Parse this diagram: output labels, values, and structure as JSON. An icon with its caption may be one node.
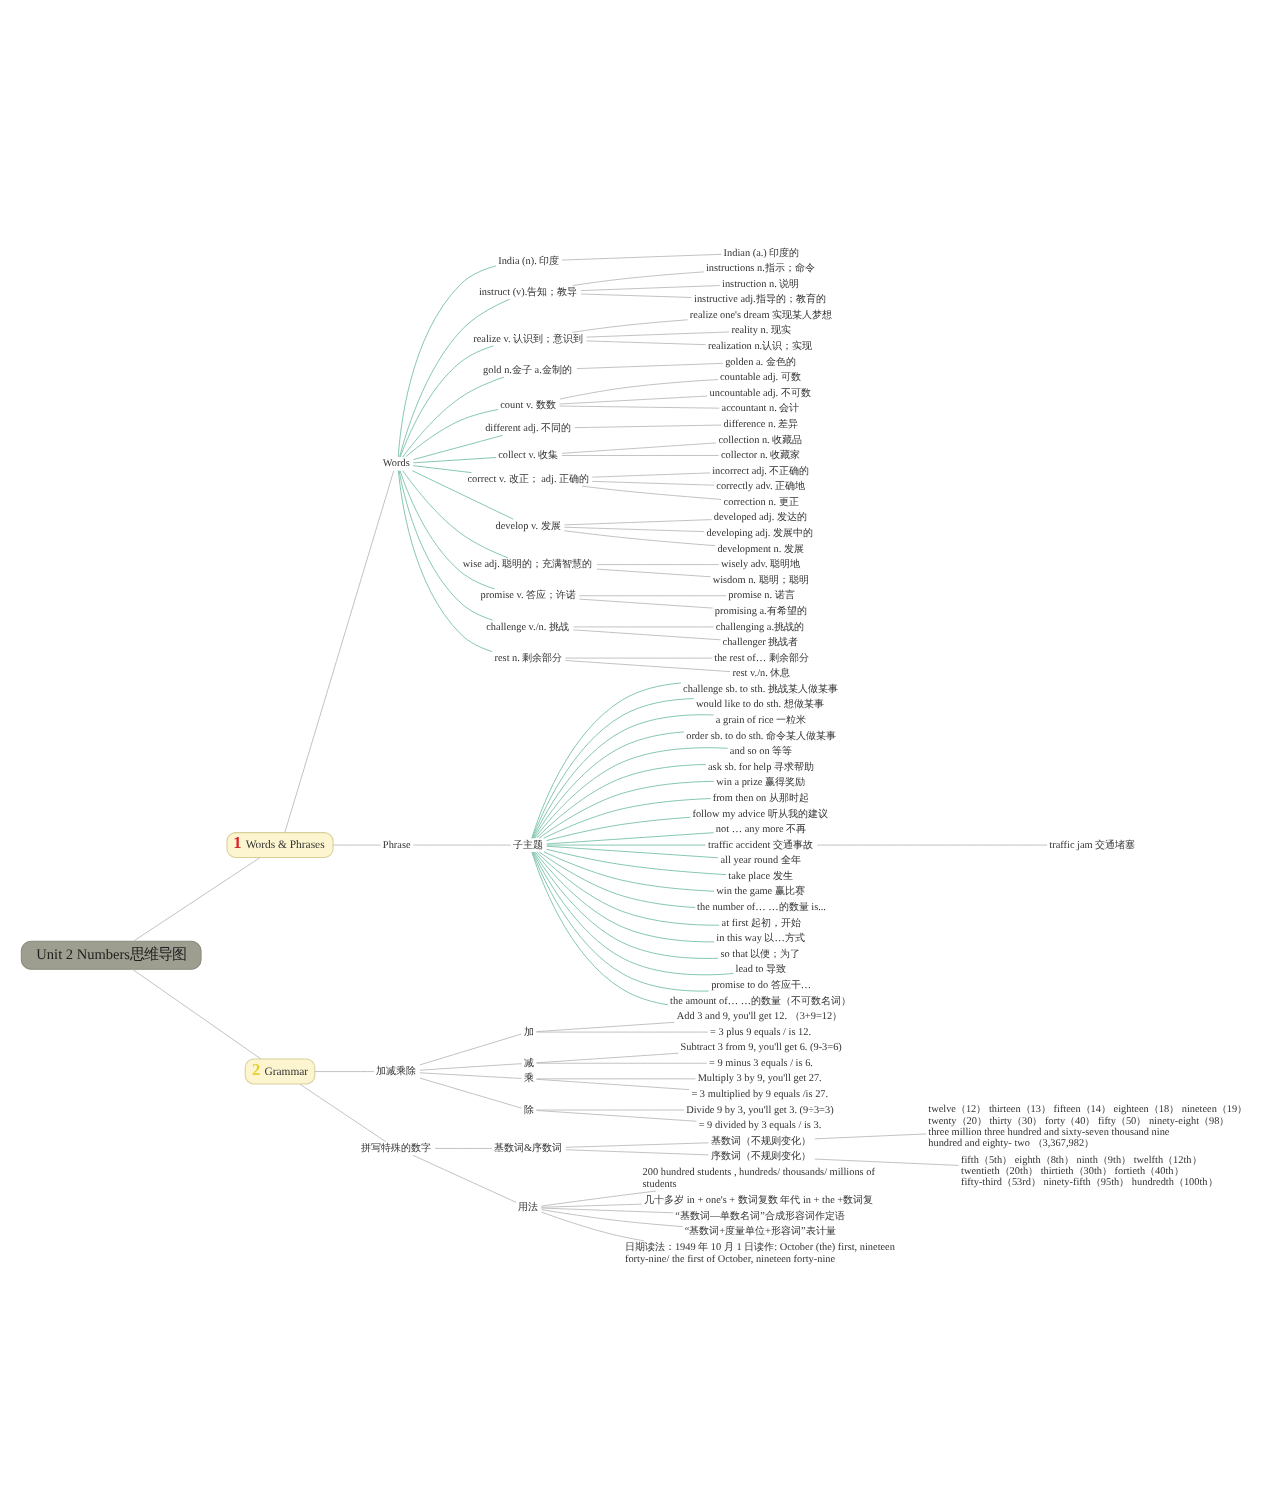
{
  "diagram": {
    "nodes": [
      {
        "text": [
          "Unit 2 Numbers思维导图"
        ]
      },
      {
        "text": [
          "1",
          "Words & Phrases"
        ]
      },
      {
        "text": [
          "Words"
        ]
      },
      {
        "text": [
          "India (n). 印度"
        ]
      },
      {
        "text": [
          "Indian (a.) 印度的"
        ]
      },
      {
        "text": [
          "instruct (v).告知；教导"
        ]
      },
      {
        "text": [
          "instructions n.指示；命令"
        ]
      },
      {
        "text": [
          "instruction n. 说明"
        ]
      },
      {
        "text": [
          "instructive adj.指导的；教育的"
        ]
      },
      {
        "text": [
          "realize v. 认识到；意识到"
        ]
      },
      {
        "text": [
          "realize one's dream 实现某人梦想"
        ]
      },
      {
        "text": [
          "reality n. 现实"
        ]
      },
      {
        "text": [
          "realization n.认识；实现"
        ]
      },
      {
        "text": [
          "gold n.金子 a.金制的"
        ]
      },
      {
        "text": [
          "golden a. 金色的"
        ]
      },
      {
        "text": [
          "count v. 数数"
        ]
      },
      {
        "text": [
          "countable adj. 可数"
        ]
      },
      {
        "text": [
          "uncountable adj. 不可数"
        ]
      },
      {
        "text": [
          "accountant n. 会计"
        ]
      },
      {
        "text": [
          "different adj. 不同的"
        ]
      },
      {
        "text": [
          "difference n. 差异"
        ]
      },
      {
        "text": [
          "collect v. 收集"
        ]
      },
      {
        "text": [
          "collection n. 收藏品"
        ]
      },
      {
        "text": [
          "collector n. 收藏家"
        ]
      },
      {
        "text": [
          "correct v. 改正； adj. 正确的"
        ]
      },
      {
        "text": [
          "incorrect adj. 不正确的"
        ]
      },
      {
        "text": [
          "correctly adv. 正确地"
        ]
      },
      {
        "text": [
          "correction n. 更正"
        ]
      },
      {
        "text": [
          "develop v. 发展"
        ]
      },
      {
        "text": [
          "developed adj. 发达的"
        ]
      },
      {
        "text": [
          "developing adj. 发展中的"
        ]
      },
      {
        "text": [
          "development n. 发展"
        ]
      },
      {
        "text": [
          "wise adj. 聪明的；充满智慧的"
        ]
      },
      {
        "text": [
          "wisely adv. 聪明地"
        ]
      },
      {
        "text": [
          "wisdom n. 聪明；聪明"
        ]
      },
      {
        "text": [
          "promise v. 答应；许诺"
        ]
      },
      {
        "text": [
          "promise n. 诺言"
        ]
      },
      {
        "text": [
          "promising a.有希望的"
        ]
      },
      {
        "text": [
          "challenge v./n. 挑战"
        ]
      },
      {
        "text": [
          "challenging a.挑战的"
        ]
      },
      {
        "text": [
          "challenger 挑战者"
        ]
      },
      {
        "text": [
          "rest n. 剩余部分"
        ]
      },
      {
        "text": [
          "the rest of… 剩余部分"
        ]
      },
      {
        "text": [
          "rest v./n. 休息"
        ]
      },
      {
        "text": [
          "Phrase"
        ]
      },
      {
        "text": [
          "子主题"
        ]
      },
      {
        "text": [
          "challenge sb. to sth. 挑战某人做某事"
        ]
      },
      {
        "text": [
          "would like to do sth. 想做某事"
        ]
      },
      {
        "text": [
          "a grain of rice 一粒米"
        ]
      },
      {
        "text": [
          "order sb. to do sth. 命令某人做某事"
        ]
      },
      {
        "text": [
          "and so on 等等"
        ]
      },
      {
        "text": [
          "ask sb. for help 寻求帮助"
        ]
      },
      {
        "text": [
          "win a prize 赢得奖励"
        ]
      },
      {
        "text": [
          "from then on 从那时起"
        ]
      },
      {
        "text": [
          "follow my advice 听从我的建议"
        ]
      },
      {
        "text": [
          "not … any more 不再"
        ]
      },
      {
        "text": [
          "traffic accident 交通事故"
        ]
      },
      {
        "text": [
          "traffic jam 交通堵塞"
        ]
      },
      {
        "text": [
          "all year round 全年"
        ]
      },
      {
        "text": [
          "take place 发生"
        ]
      },
      {
        "text": [
          "win the game 赢比赛"
        ]
      },
      {
        "text": [
          "the number of… …的数量 is..."
        ]
      },
      {
        "text": [
          "at first 起初，开始"
        ]
      },
      {
        "text": [
          "in this way 以…方式"
        ]
      },
      {
        "text": [
          "so that 以便；为了"
        ]
      },
      {
        "text": [
          "lead to 导致"
        ]
      },
      {
        "text": [
          "promise to do 答应干…"
        ]
      },
      {
        "text": [
          "the amount of… …的数量（不可数名词）"
        ]
      },
      {
        "text": [
          "2",
          "Grammar"
        ]
      },
      {
        "text": [
          "加减乘除"
        ]
      },
      {
        "text": [
          "加"
        ]
      },
      {
        "text": [
          "Add 3 and 9, you'll get 12. （3+9=12）"
        ]
      },
      {
        "text": [
          "= 3 plus 9 equals / is 12."
        ]
      },
      {
        "text": [
          "减"
        ]
      },
      {
        "text": [
          "Subtract 3 from 9, you'll get 6. (9-3=6)"
        ]
      },
      {
        "text": [
          "= 9 minus 3 equals / is 6."
        ]
      },
      {
        "text": [
          "乘"
        ]
      },
      {
        "text": [
          "Multiply 3 by 9, you'll get 27."
        ]
      },
      {
        "text": [
          "= 3 multiplied by 9 equals /is 27."
        ]
      },
      {
        "text": [
          "除"
        ]
      },
      {
        "text": [
          "Divide 9 by 3, you'll get 3. (9÷3=3)"
        ]
      },
      {
        "text": [
          "= 9 divided by 3 equals / is 3."
        ]
      },
      {
        "text": [
          "拼写特殊的数字"
        ]
      },
      {
        "text": [
          "基数词&序数词"
        ]
      },
      {
        "text": [
          "基数词（不规则变化）"
        ]
      },
      {
        "text": [
          "twelve（12） thirteen（13） fifteen（14） eighteen（18） nineteen（19） twenty（20） thirty（30） forty（40） fifty（50） ninety-eight（98） three million three hundred and sixty-seven thousand nine hundred and eighty- two （3,367,982）"
        ]
      },
      {
        "text": [
          "序数词（不规则变化）"
        ]
      },
      {
        "text": [
          "fifth（5th） eighth（8th） ninth（9th） twelfth（12th） twentieth（20th） thirtieth（30th） fortieth（40th） fifty-third（53rd） ninety-fifth（95th） hundredth（100th）"
        ]
      },
      {
        "text": [
          "用法"
        ]
      },
      {
        "text": [
          "200 hundred students , hundreds/ thousands/ millions of students"
        ]
      },
      {
        "text": [
          "几十多岁 in + one's + 数词复数 年代 in + the +数词复"
        ]
      },
      {
        "text": [
          "“基数词—单数名词”合成形容词作定语"
        ]
      },
      {
        "text": [
          "“基数词+度量单位+形容词”表计量"
        ]
      },
      {
        "text": [
          "日期读法：1949 年 10 月 1 日读作: October (the) first, nineteen forty-nine/ the first of October, nineteen forty-nine"
        ]
      }
    ],
    "edges": [
      {
        "from": 0,
        "to": 1,
        "arrow": "none"
      },
      {
        "from": 1,
        "to": 2,
        "arrow": "none"
      },
      {
        "from": 2,
        "to": 3,
        "arrow": "none",
        "color": "#6dbb9e"
      },
      {
        "from": 3,
        "to": 4,
        "arrow": "none"
      },
      {
        "from": 2,
        "to": 5,
        "arrow": "none",
        "color": "#6dbb9e"
      },
      {
        "from": 5,
        "to": 6,
        "arrow": "none"
      },
      {
        "from": 5,
        "to": 7,
        "arrow": "none"
      },
      {
        "from": 5,
        "to": 8,
        "arrow": "none"
      },
      {
        "from": 2,
        "to": 9,
        "arrow": "none",
        "color": "#6dbb9e"
      },
      {
        "from": 9,
        "to": 10,
        "arrow": "none"
      },
      {
        "from": 9,
        "to": 11,
        "arrow": "none"
      },
      {
        "from": 9,
        "to": 12,
        "arrow": "none"
      },
      {
        "from": 2,
        "to": 13,
        "arrow": "none",
        "color": "#6dbb9e"
      },
      {
        "from": 13,
        "to": 14,
        "arrow": "none"
      },
      {
        "from": 2,
        "to": 15,
        "arrow": "none",
        "color": "#6dbb9e"
      },
      {
        "from": 15,
        "to": 16,
        "arrow": "none"
      },
      {
        "from": 15,
        "to": 17,
        "arrow": "none"
      },
      {
        "from": 15,
        "to": 18,
        "arrow": "none"
      },
      {
        "from": 2,
        "to": 19,
        "arrow": "none",
        "color": "#6dbb9e"
      },
      {
        "from": 19,
        "to": 20,
        "arrow": "none"
      },
      {
        "from": 2,
        "to": 21,
        "arrow": "none",
        "color": "#6dbb9e"
      },
      {
        "from": 21,
        "to": 22,
        "arrow": "none"
      },
      {
        "from": 21,
        "to": 23,
        "arrow": "none"
      },
      {
        "from": 2,
        "to": 24,
        "arrow": "none",
        "color": "#6dbb9e"
      },
      {
        "from": 24,
        "to": 25,
        "arrow": "none"
      },
      {
        "from": 24,
        "to": 26,
        "arrow": "none"
      },
      {
        "from": 24,
        "to": 27,
        "arrow": "none"
      },
      {
        "from": 2,
        "to": 28,
        "arrow": "none",
        "color": "#6dbb9e"
      },
      {
        "from": 28,
        "to": 29,
        "arrow": "none"
      },
      {
        "from": 28,
        "to": 30,
        "arrow": "none"
      },
      {
        "from": 28,
        "to": 31,
        "arrow": "none"
      },
      {
        "from": 2,
        "to": 32,
        "arrow": "none",
        "color": "#6dbb9e"
      },
      {
        "from": 32,
        "to": 33,
        "arrow": "none"
      },
      {
        "from": 32,
        "to": 34,
        "arrow": "none"
      },
      {
        "from": 2,
        "to": 35,
        "arrow": "none",
        "color": "#6dbb9e"
      },
      {
        "from": 35,
        "to": 36,
        "arrow": "none"
      },
      {
        "from": 35,
        "to": 37,
        "arrow": "none"
      },
      {
        "from": 2,
        "to": 38,
        "arrow": "none",
        "color": "#6dbb9e"
      },
      {
        "from": 38,
        "to": 39,
        "arrow": "none"
      },
      {
        "from": 38,
        "to": 40,
        "arrow": "none"
      },
      {
        "from": 2,
        "to": 41,
        "arrow": "none",
        "color": "#6dbb9e"
      },
      {
        "from": 41,
        "to": 42,
        "arrow": "none"
      },
      {
        "from": 41,
        "to": 43,
        "arrow": "none"
      },
      {
        "from": 1,
        "to": 44,
        "arrow": "none"
      },
      {
        "from": 44,
        "to": 45,
        "arrow": "none"
      },
      {
        "from": 45,
        "to": 46,
        "arrow": "none",
        "color": "#6dbb9e"
      },
      {
        "from": 45,
        "to": 47,
        "arrow": "none",
        "color": "#6dbb9e"
      },
      {
        "from": 45,
        "to": 48,
        "arrow": "none",
        "color": "#6dbb9e"
      },
      {
        "from": 45,
        "to": 49,
        "arrow": "none",
        "color": "#6dbb9e"
      },
      {
        "from": 45,
        "to": 50,
        "arrow": "none",
        "color": "#6dbb9e"
      },
      {
        "from": 45,
        "to": 51,
        "arrow": "none",
        "color": "#6dbb9e"
      },
      {
        "from": 45,
        "to": 52,
        "arrow": "none",
        "color": "#6dbb9e"
      },
      {
        "from": 45,
        "to": 53,
        "arrow": "none",
        "color": "#6dbb9e"
      },
      {
        "from": 45,
        "to": 54,
        "arrow": "none",
        "color": "#6dbb9e"
      },
      {
        "from": 45,
        "to": 55,
        "arrow": "none",
        "color": "#6dbb9e"
      },
      {
        "from": 45,
        "to": 56,
        "arrow": "none",
        "color": "#6dbb9e"
      },
      {
        "from": 56,
        "to": 57,
        "arrow": "none"
      },
      {
        "from": 45,
        "to": 58,
        "arrow": "none",
        "color": "#6dbb9e"
      },
      {
        "from": 45,
        "to": 59,
        "arrow": "none",
        "color": "#6dbb9e"
      },
      {
        "from": 45,
        "to": 60,
        "arrow": "none",
        "color": "#6dbb9e"
      },
      {
        "from": 45,
        "to": 61,
        "arrow": "none",
        "color": "#6dbb9e"
      },
      {
        "from": 45,
        "to": 62,
        "arrow": "none",
        "color": "#6dbb9e"
      },
      {
        "from": 45,
        "to": 63,
        "arrow": "none",
        "color": "#6dbb9e"
      },
      {
        "from": 45,
        "to": 64,
        "arrow": "none",
        "color": "#6dbb9e"
      },
      {
        "from": 45,
        "to": 65,
        "arrow": "none",
        "color": "#6dbb9e"
      },
      {
        "from": 45,
        "to": 66,
        "arrow": "none",
        "color": "#6dbb9e"
      },
      {
        "from": 45,
        "to": 67,
        "arrow": "none",
        "color": "#6dbb9e"
      },
      {
        "from": 0,
        "to": 68,
        "arrow": "none"
      },
      {
        "from": 68,
        "to": 69,
        "arrow": "none"
      },
      {
        "from": 69,
        "to": 70,
        "arrow": "none"
      },
      {
        "from": 70,
        "to": 71,
        "arrow": "none"
      },
      {
        "from": 70,
        "to": 72,
        "arrow": "none"
      },
      {
        "from": 69,
        "to": 73,
        "arrow": "none"
      },
      {
        "from": 73,
        "to": 74,
        "arrow": "none"
      },
      {
        "from": 73,
        "to": 75,
        "arrow": "none"
      },
      {
        "from": 69,
        "to": 76,
        "arrow": "none"
      },
      {
        "from": 76,
        "to": 77,
        "arrow": "none"
      },
      {
        "from": 76,
        "to": 78,
        "arrow": "none"
      },
      {
        "from": 69,
        "to": 79,
        "arrow": "none"
      },
      {
        "from": 79,
        "to": 80,
        "arrow": "none"
      },
      {
        "from": 79,
        "to": 81,
        "arrow": "none"
      },
      {
        "from": 68,
        "to": 82,
        "arrow": "none"
      },
      {
        "from": 82,
        "to": 83,
        "arrow": "none"
      },
      {
        "from": 83,
        "to": 84,
        "arrow": "none"
      },
      {
        "from": 84,
        "to": 85,
        "arrow": "none"
      },
      {
        "from": 83,
        "to": 86,
        "arrow": "none"
      },
      {
        "from": 86,
        "to": 87,
        "arrow": "none"
      },
      {
        "from": 82,
        "to": 88,
        "arrow": "none"
      },
      {
        "from": 88,
        "to": 89,
        "arrow": "none"
      },
      {
        "from": 88,
        "to": 90,
        "arrow": "none"
      },
      {
        "from": 88,
        "to": 91,
        "arrow": "none"
      },
      {
        "from": 88,
        "to": 92,
        "arrow": "none"
      },
      {
        "from": 88,
        "to": 93,
        "arrow": "none"
      }
    ]
  }
}
